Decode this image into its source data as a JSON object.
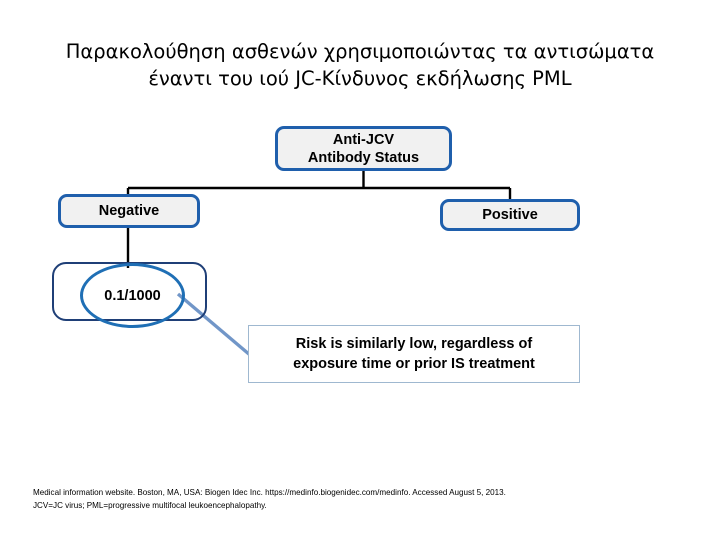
{
  "slide": {
    "title_line_1": "Παρακολούθηση ασθενών χρησιμοποιώντας τα αντισώματα",
    "title_line_2": "έναντι του ιού JC-Κίνδυνος εκδήλωσης PML"
  },
  "flowchart": {
    "root": {
      "label_line_1": "Anti-JCV",
      "label_line_2": "Antibody Status"
    },
    "branches": [
      {
        "label": "Negative"
      },
      {
        "label": "Positive"
      }
    ],
    "rate": {
      "value": "0.1/1000"
    },
    "callout": {
      "line_1": "Risk is similarly low, regardless of",
      "line_2": "exposure time or prior IS treatment"
    }
  },
  "footnote": {
    "line_1": "Medical information website. Boston, MA, USA: Biogen Idec Inc. https://medinfo.biogenidec.com/medinfo. Accessed August 5, 2013.",
    "line_2": "JCV=JC virus; PML=progressive multifocal leukoencephalopathy."
  },
  "colors": {
    "node_border": "#1F5FAC",
    "node_fill": "#F1F1F1",
    "rect_outline": "#1F3F77",
    "ellipse_outline": "#1F6FB5",
    "connector": "#000000",
    "leader_line": "#7196C8",
    "callout_border": "#9FB8D0"
  }
}
